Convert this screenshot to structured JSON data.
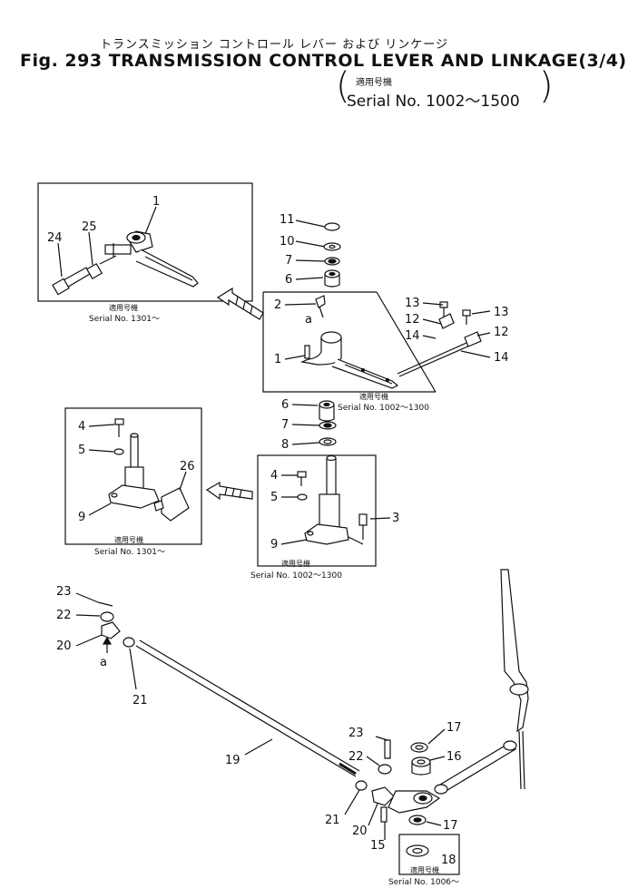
{
  "header": {
    "title_jp": "トランスミッション コントロール レバー および リンケージ",
    "title": "Fig. 293 TRANSMISSION CONTROL LEVER AND LINKAGE(3/4)",
    "applicable_jp": "適用号機",
    "serial": "Serial No. 1002～1500"
  },
  "insets": {
    "top_left": {
      "jp": "適用号機",
      "serial": "Serial No. 1301～"
    },
    "top_center": {
      "jp": "適用号機",
      "serial": "Serial No. 1002～1300"
    },
    "mid_left": {
      "jp": "適用号機",
      "serial": "Serial No. 1301～"
    },
    "mid_center": {
      "jp": "適用号機",
      "serial": "Serial No. 1002～1300"
    },
    "bottom_right": {
      "jp": "適用号機",
      "serial": "Serial No. 1006～"
    }
  },
  "callouts": {
    "n1": "1",
    "n2": "2",
    "n3": "3",
    "n4": "4",
    "n5": "5",
    "n6": "6",
    "n7": "7",
    "n8": "8",
    "n9": "9",
    "n10": "10",
    "n11": "11",
    "n12": "12",
    "n13": "13",
    "n14": "14",
    "n15": "15",
    "n16": "16",
    "n17": "17",
    "n18": "18",
    "n19": "19",
    "n20": "20",
    "n21": "21",
    "n22": "22",
    "n23": "23",
    "n24": "24",
    "n25": "25",
    "n26": "26",
    "a": "a"
  }
}
